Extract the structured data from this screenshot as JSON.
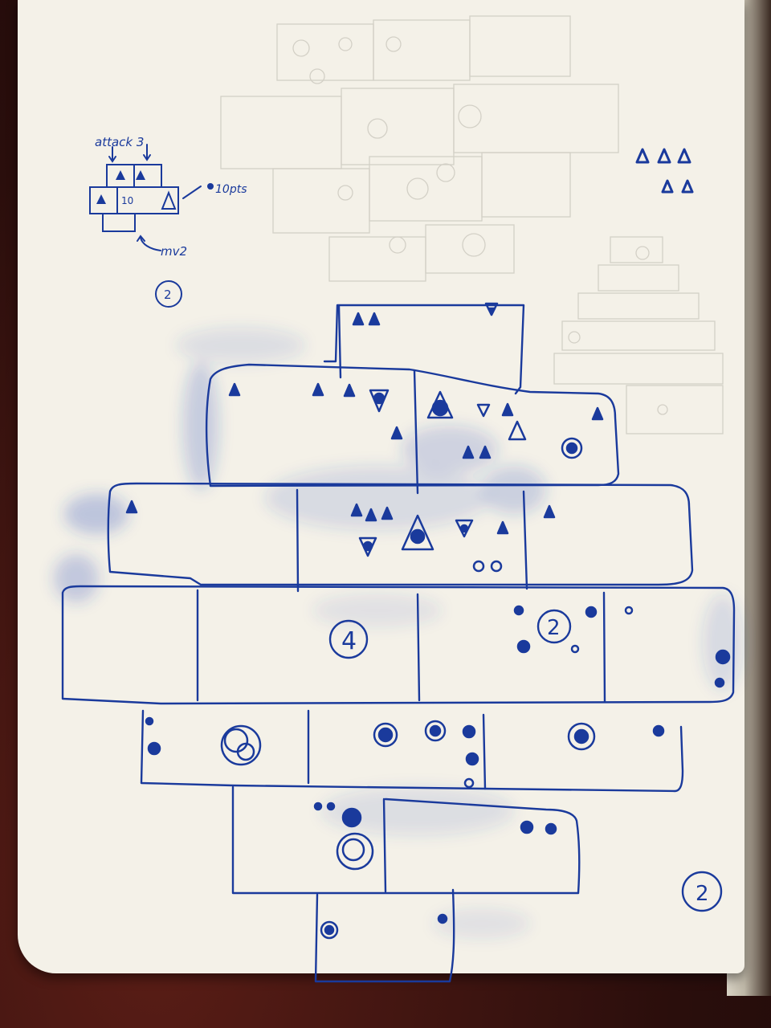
{
  "legend": {
    "attack_label": "attack 3",
    "center_value": "10",
    "hp_label": "10pts",
    "move_label": "mv2",
    "badge": "2"
  },
  "map": {
    "room_number_center": "4",
    "room_number_right": "2",
    "page_number": "2"
  },
  "colors": {
    "ink": "#1a3a9c",
    "paper": "#f4f1e8",
    "pencil": "#c9c6bd",
    "table": "#3b1410"
  }
}
